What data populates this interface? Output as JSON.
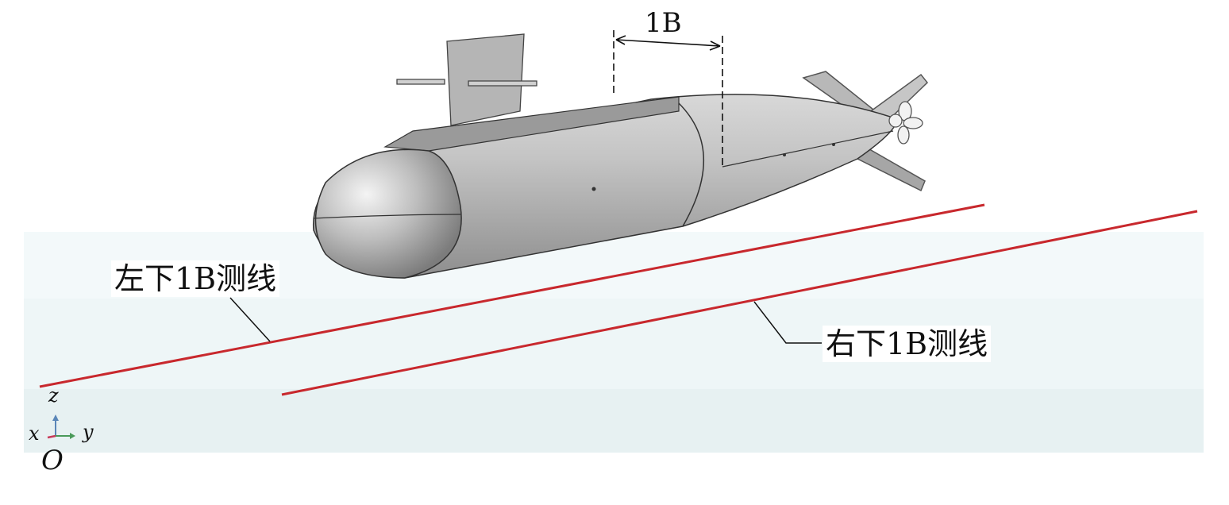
{
  "dimension_label": "1B",
  "left_line_label": "左下1B测线",
  "right_line_label": "右下1B测线",
  "axes": {
    "z": "z",
    "x": "x",
    "y": "y",
    "origin": "O"
  },
  "colors": {
    "measurement_line": "#c8282d",
    "hull": "#b4b4b4",
    "water": "#eef6f7"
  }
}
